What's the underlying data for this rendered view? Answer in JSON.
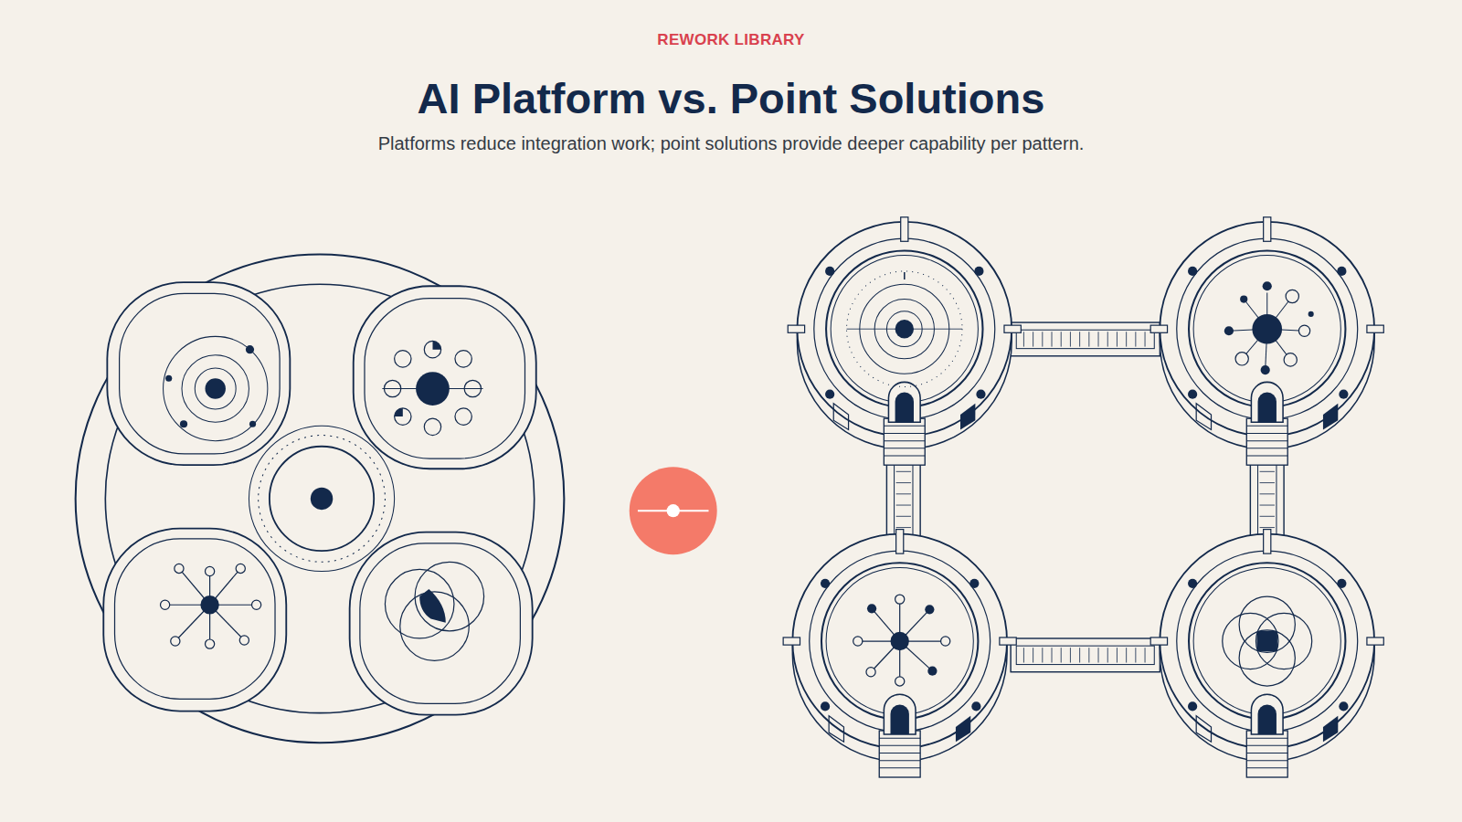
{
  "diagram": {
    "title": "AI Platform vs. Point Solutions",
    "caption": "Platforms reduce integration work; point solutions provide deeper capability per pattern.",
    "labels": [
      "REWORK LIBRARY"
    ]
  }
}
